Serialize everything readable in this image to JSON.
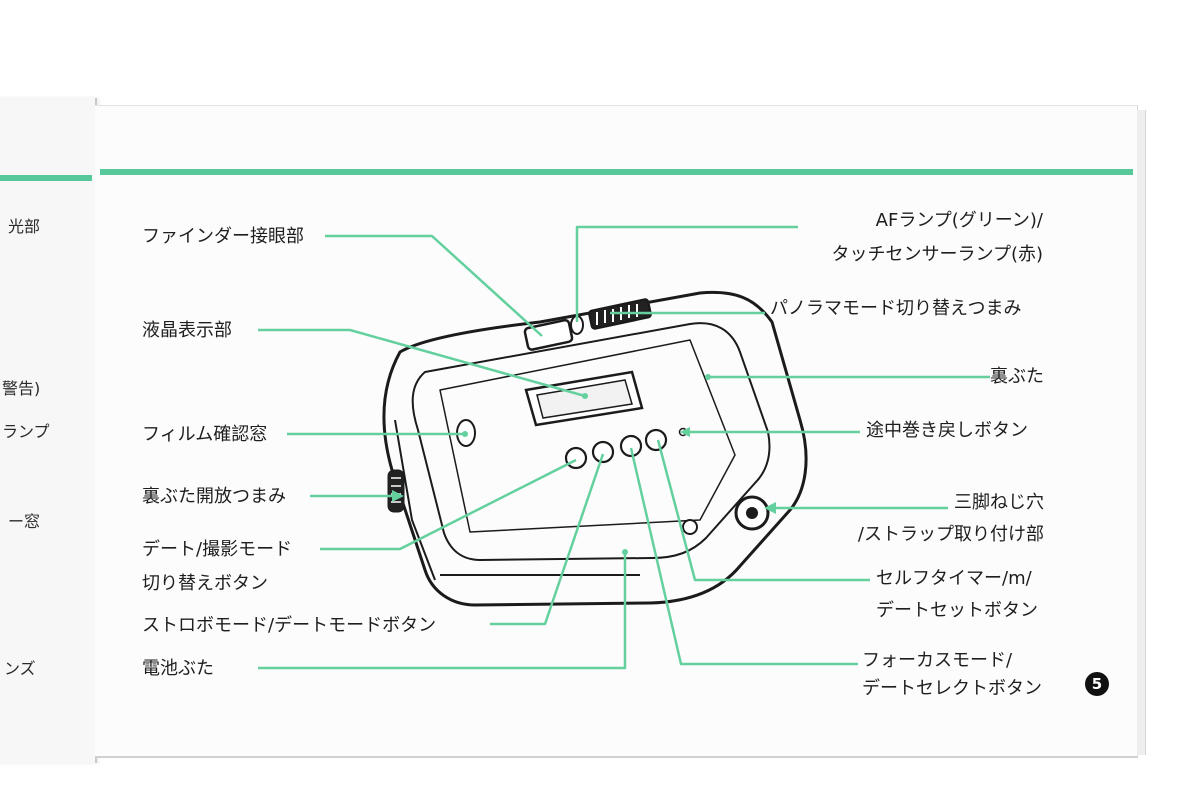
{
  "left_page": {
    "fragments": [
      "光部",
      "警告)",
      "ランプ",
      "ー窓",
      "ンズ"
    ]
  },
  "labels": {
    "finder": "ファインダー接眼部",
    "af_lamp_1": "AFランプ(グリーン)/",
    "af_lamp_2": "タッチセンサーランプ(赤)",
    "panorama": "パノラマモード切り替えつまみ",
    "lcd": "液晶表示部",
    "back_cover": "裏ぶた",
    "film_window": "フィルム確認窓",
    "midroll": "途中巻き戻しボタン",
    "back_open": "裏ぶた開放つまみ",
    "tripod_1": "三脚ねじ穴",
    "tripod_2": "/ストラップ取り付け部",
    "date_mode_1": "デート/撮影モード",
    "date_mode_2": "切り替えボタン",
    "selftimer_1": "セルフタイマー/m/",
    "selftimer_2": "デートセットボタン",
    "strobo": "ストロボモード/デートモードボタン",
    "battery": "電池ぶた",
    "focus_1": "フォーカスモード/",
    "focus_2": "デートセレクトボタン"
  },
  "page_number": "5",
  "colors": {
    "accent": "#56c89a",
    "leader": "#63d09e",
    "ink": "#1e1e1e"
  }
}
